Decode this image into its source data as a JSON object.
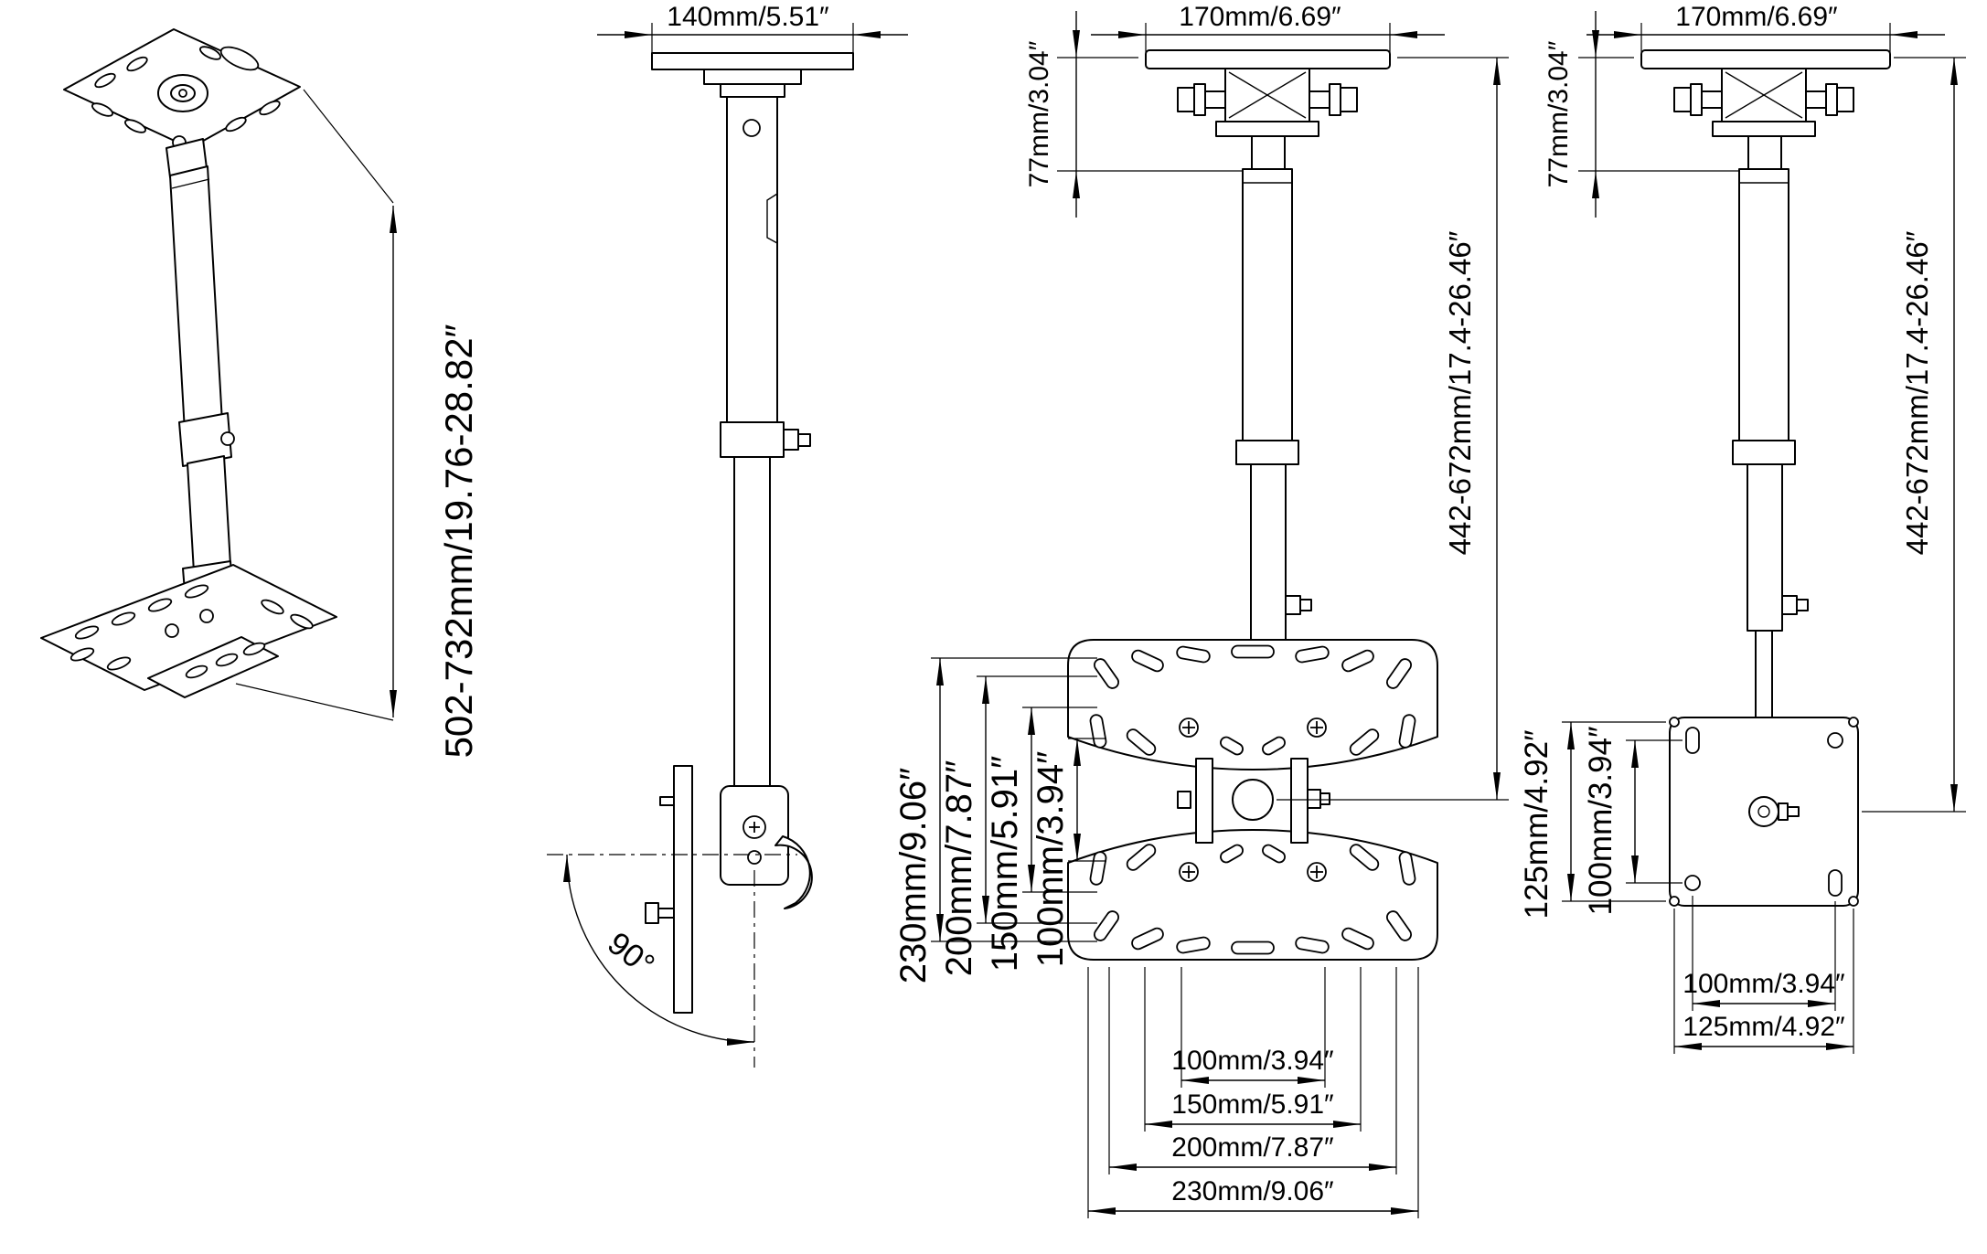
{
  "drawing": {
    "description": "Ceiling mount bracket dimension drawing, four views",
    "colors": {
      "line": "#000000",
      "background": "#ffffff"
    }
  },
  "views": {
    "iso": {
      "height_dim": "502-732mm/19.76-28.82″"
    },
    "side": {
      "width_dim": "140mm/5.51″",
      "angle_dim": "90°"
    },
    "front": {
      "top_width_dim": "170mm/6.69″",
      "drop_dim": "77mm/3.04″",
      "height_dim": "442-672mm/17.4-26.46″",
      "left_dims": [
        "230mm/9.06″",
        "200mm/7.87″",
        "150mm/5.91″",
        "100mm/3.94″"
      ],
      "bottom_dims": [
        "100mm/3.94″",
        "150mm/5.91″",
        "200mm/7.87″",
        "230mm/9.06″"
      ]
    },
    "vesa": {
      "top_width_dim": "170mm/6.69″",
      "drop_dim": "77mm/3.04″",
      "height_dim": "442-672mm/17.4-26.46″",
      "left_dims": [
        "125mm/4.92″",
        "100mm/3.94″"
      ],
      "bottom_dims": [
        "100mm/3.94″",
        "125mm/4.92″"
      ]
    }
  }
}
